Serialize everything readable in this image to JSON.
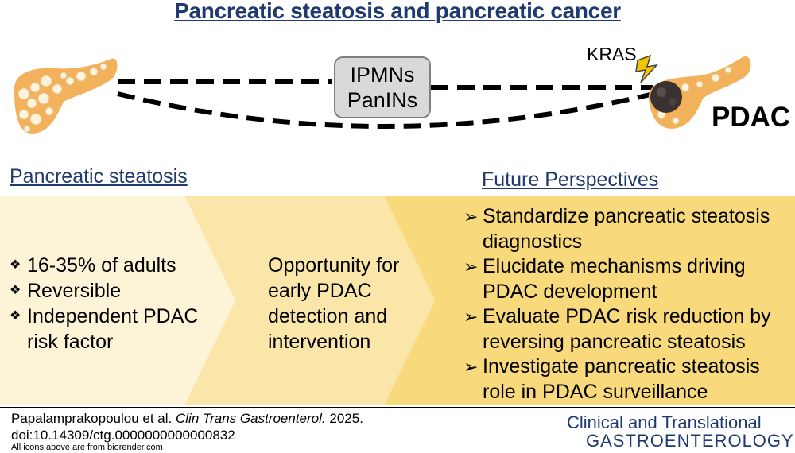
{
  "title": "Pancreatic steatosis and pancreatic cancer",
  "pathway": {
    "box_lines": [
      "IPMNs",
      "PanINs"
    ],
    "mutation_label": "KRAS",
    "endpoint_label": "PDAC"
  },
  "steatosis_section": {
    "heading": "Pancreatic steatosis",
    "facts": [
      "16-35% of adults",
      "Reversible",
      "Independent PDAC",
      "risk  factor"
    ]
  },
  "opportunity": {
    "lines": [
      "Opportunity for",
      "early PDAC",
      "detection and",
      "intervention"
    ]
  },
  "future_section": {
    "heading": "Future Perspectives",
    "items": [
      {
        "line1": "Standardize pancreatic steatosis",
        "line2": "diagnostics"
      },
      {
        "line1": "Elucidate mechanisms driving",
        "line2": "PDAC development"
      },
      {
        "line1": "Evaluate PDAC risk reduction by",
        "line2": "reversing pancreatic steatosis"
      },
      {
        "line1": "Investigate pancreatic steatosis",
        "line2": "role in PDAC surveillance"
      }
    ]
  },
  "citation": {
    "authors": "Papalamprakopoulou et al.",
    "journal": "Clin Trans Gastroenterol.",
    "year": "2025.",
    "doi": "doi:10.14309/ctg.0000000000000832",
    "icon_credit": "All icons above are from biorender.com"
  },
  "journal_logo": {
    "line1": "Clinical and Translational",
    "line2": "GASTROENTEROLOGY"
  },
  "colors": {
    "title": "#1f3a6e",
    "band_light": "#fdf3d7",
    "band_mid": "#fae6a8",
    "band_strong": "#f8d97c",
    "pancreas": "#f2b25c",
    "tumor": "#3a3230"
  }
}
